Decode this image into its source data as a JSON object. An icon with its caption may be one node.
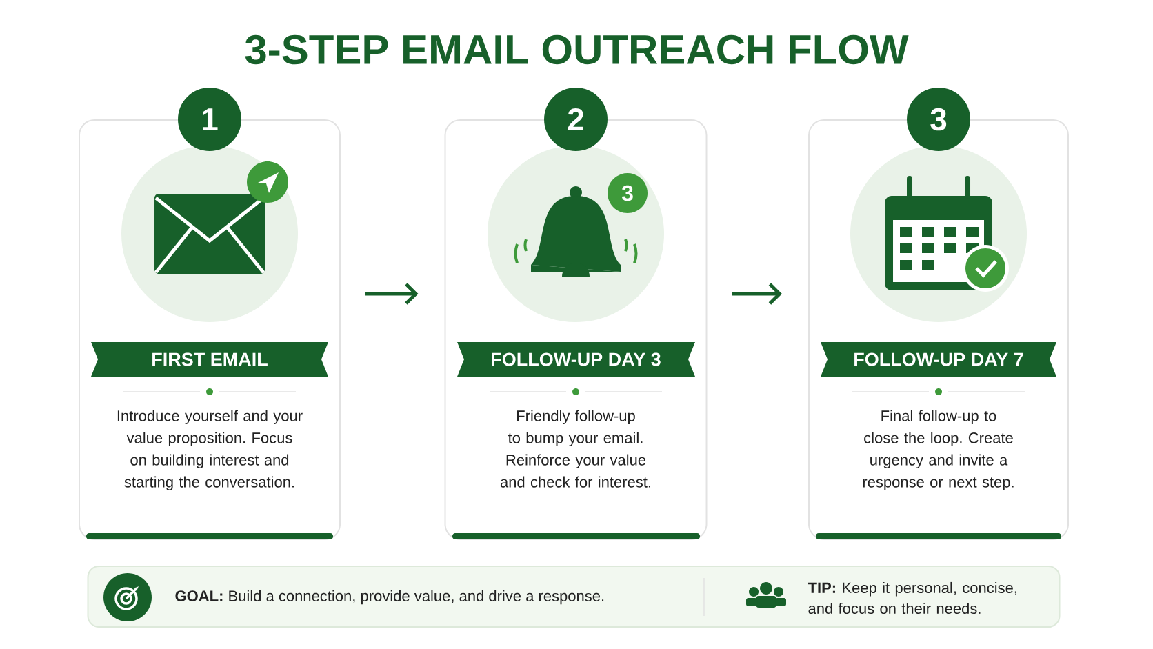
{
  "diagram": {
    "title": "3-STEP EMAIL OUTREACH FLOW",
    "nodes": [
      {
        "text": [
          "1",
          "FIRST EMAIL",
          "Introduce yourself and your value proposition. Focus on building interest and starting the conversation."
        ]
      },
      {
        "text": [
          "2",
          "FOLLOW-UP DAY 3",
          "Friendly follow-up to bump your email. Reinforce your value and check for interest."
        ]
      },
      {
        "text": [
          "3",
          "FOLLOW-UP DAY 7",
          "Final follow-up to close the loop. Create urgency and invite a response or next step."
        ]
      },
      {
        "text": [
          "**GOAL:** Build a connection, provide value, and drive a response.",
          "**TIP:** Keep it personal, concise, and focus on their needs."
        ]
      }
    ],
    "edges": [
      {
        "from": 0,
        "to": 1,
        "arrow": "to"
      },
      {
        "from": 1,
        "to": 2,
        "arrow": "to"
      }
    ],
    "labels": [
      "3"
    ]
  }
}
